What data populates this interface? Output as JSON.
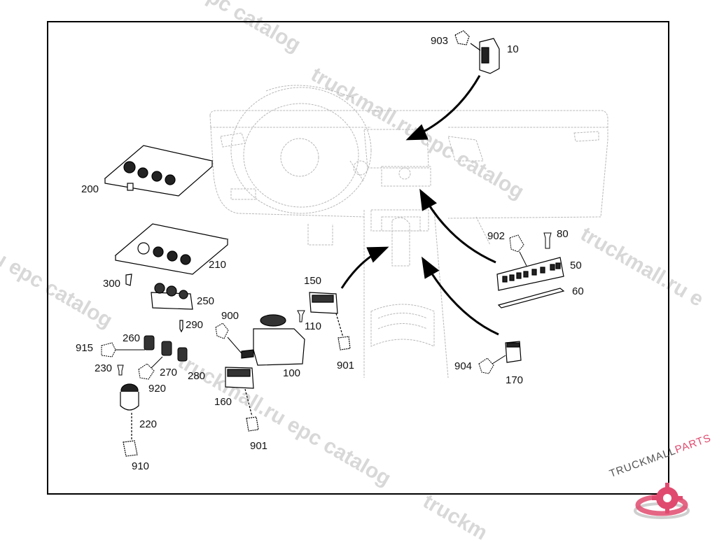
{
  "diagram": {
    "title": "Dashboard switches and control units exploded view",
    "callouts": [
      {
        "id": "10",
        "label": "10"
      },
      {
        "id": "903",
        "label": "903"
      },
      {
        "id": "200",
        "label": "200"
      },
      {
        "id": "210",
        "label": "210"
      },
      {
        "id": "902",
        "label": "902"
      },
      {
        "id": "80",
        "label": "80"
      },
      {
        "id": "50",
        "label": "50"
      },
      {
        "id": "60",
        "label": "60"
      },
      {
        "id": "300",
        "label": "300"
      },
      {
        "id": "250",
        "label": "250"
      },
      {
        "id": "150",
        "label": "150"
      },
      {
        "id": "900",
        "label": "900"
      },
      {
        "id": "290",
        "label": "290"
      },
      {
        "id": "110",
        "label": "110"
      },
      {
        "id": "260",
        "label": "260"
      },
      {
        "id": "915",
        "label": "915"
      },
      {
        "id": "230",
        "label": "230"
      },
      {
        "id": "270",
        "label": "270"
      },
      {
        "id": "280",
        "label": "280"
      },
      {
        "id": "920",
        "label": "920"
      },
      {
        "id": "100",
        "label": "100"
      },
      {
        "id": "901a",
        "label": "901"
      },
      {
        "id": "904",
        "label": "904"
      },
      {
        "id": "170",
        "label": "170"
      },
      {
        "id": "160",
        "label": "160"
      },
      {
        "id": "901b",
        "label": "901"
      },
      {
        "id": "220",
        "label": "220"
      },
      {
        "id": "910",
        "label": "910"
      }
    ]
  },
  "watermarks": [
    "truckmall.ru epc catalog",
    "truckmall.ru epc catalog",
    "epc catalog",
    "truckmall.ru e",
    "ru epc catalog",
    "truckmall.ru",
    "truckm"
  ],
  "logo": {
    "text_dark": "TRUCKMALL",
    "text_accent": "PARTS",
    "accent_color": "#e04a6e",
    "dark_color": "#555555"
  }
}
